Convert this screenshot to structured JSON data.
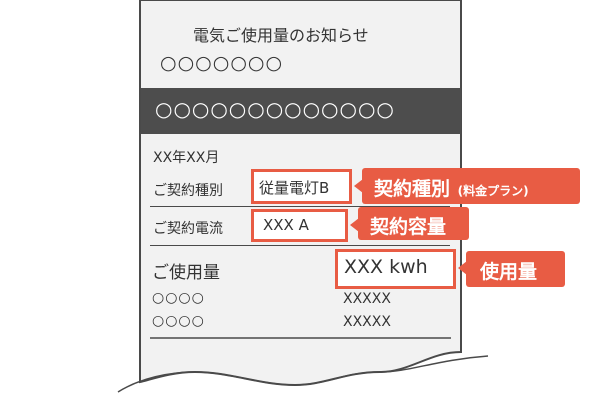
{
  "notice": {
    "title": "電気ご使用量のお知らせ",
    "name_placeholder": "○○○○○○○",
    "banner_text": "○○○○○○○○○○○○○",
    "date": "XX年XX月",
    "contract_type_label": "ご契約種別",
    "contract_type_value": "従量電灯B",
    "contract_current_label": "ご契約電流",
    "contract_current_value": "XXX A",
    "usage_label": "ご使用量",
    "usage_value": "XXX kwh",
    "rows": [
      {
        "label": "○○○○",
        "value": "XXXXX"
      },
      {
        "label": "○○○○",
        "value": "XXXXX"
      }
    ]
  },
  "callouts": {
    "contract_type": "契約種別",
    "contract_type_note": "(料金プラン)",
    "contract_capacity": "契約容量",
    "usage": "使用量"
  },
  "colors": {
    "accent": "#e85c44",
    "banner": "#4d4d4d",
    "paper": "#f2f2f2",
    "border": "#4a4a4a",
    "text": "#333333"
  }
}
